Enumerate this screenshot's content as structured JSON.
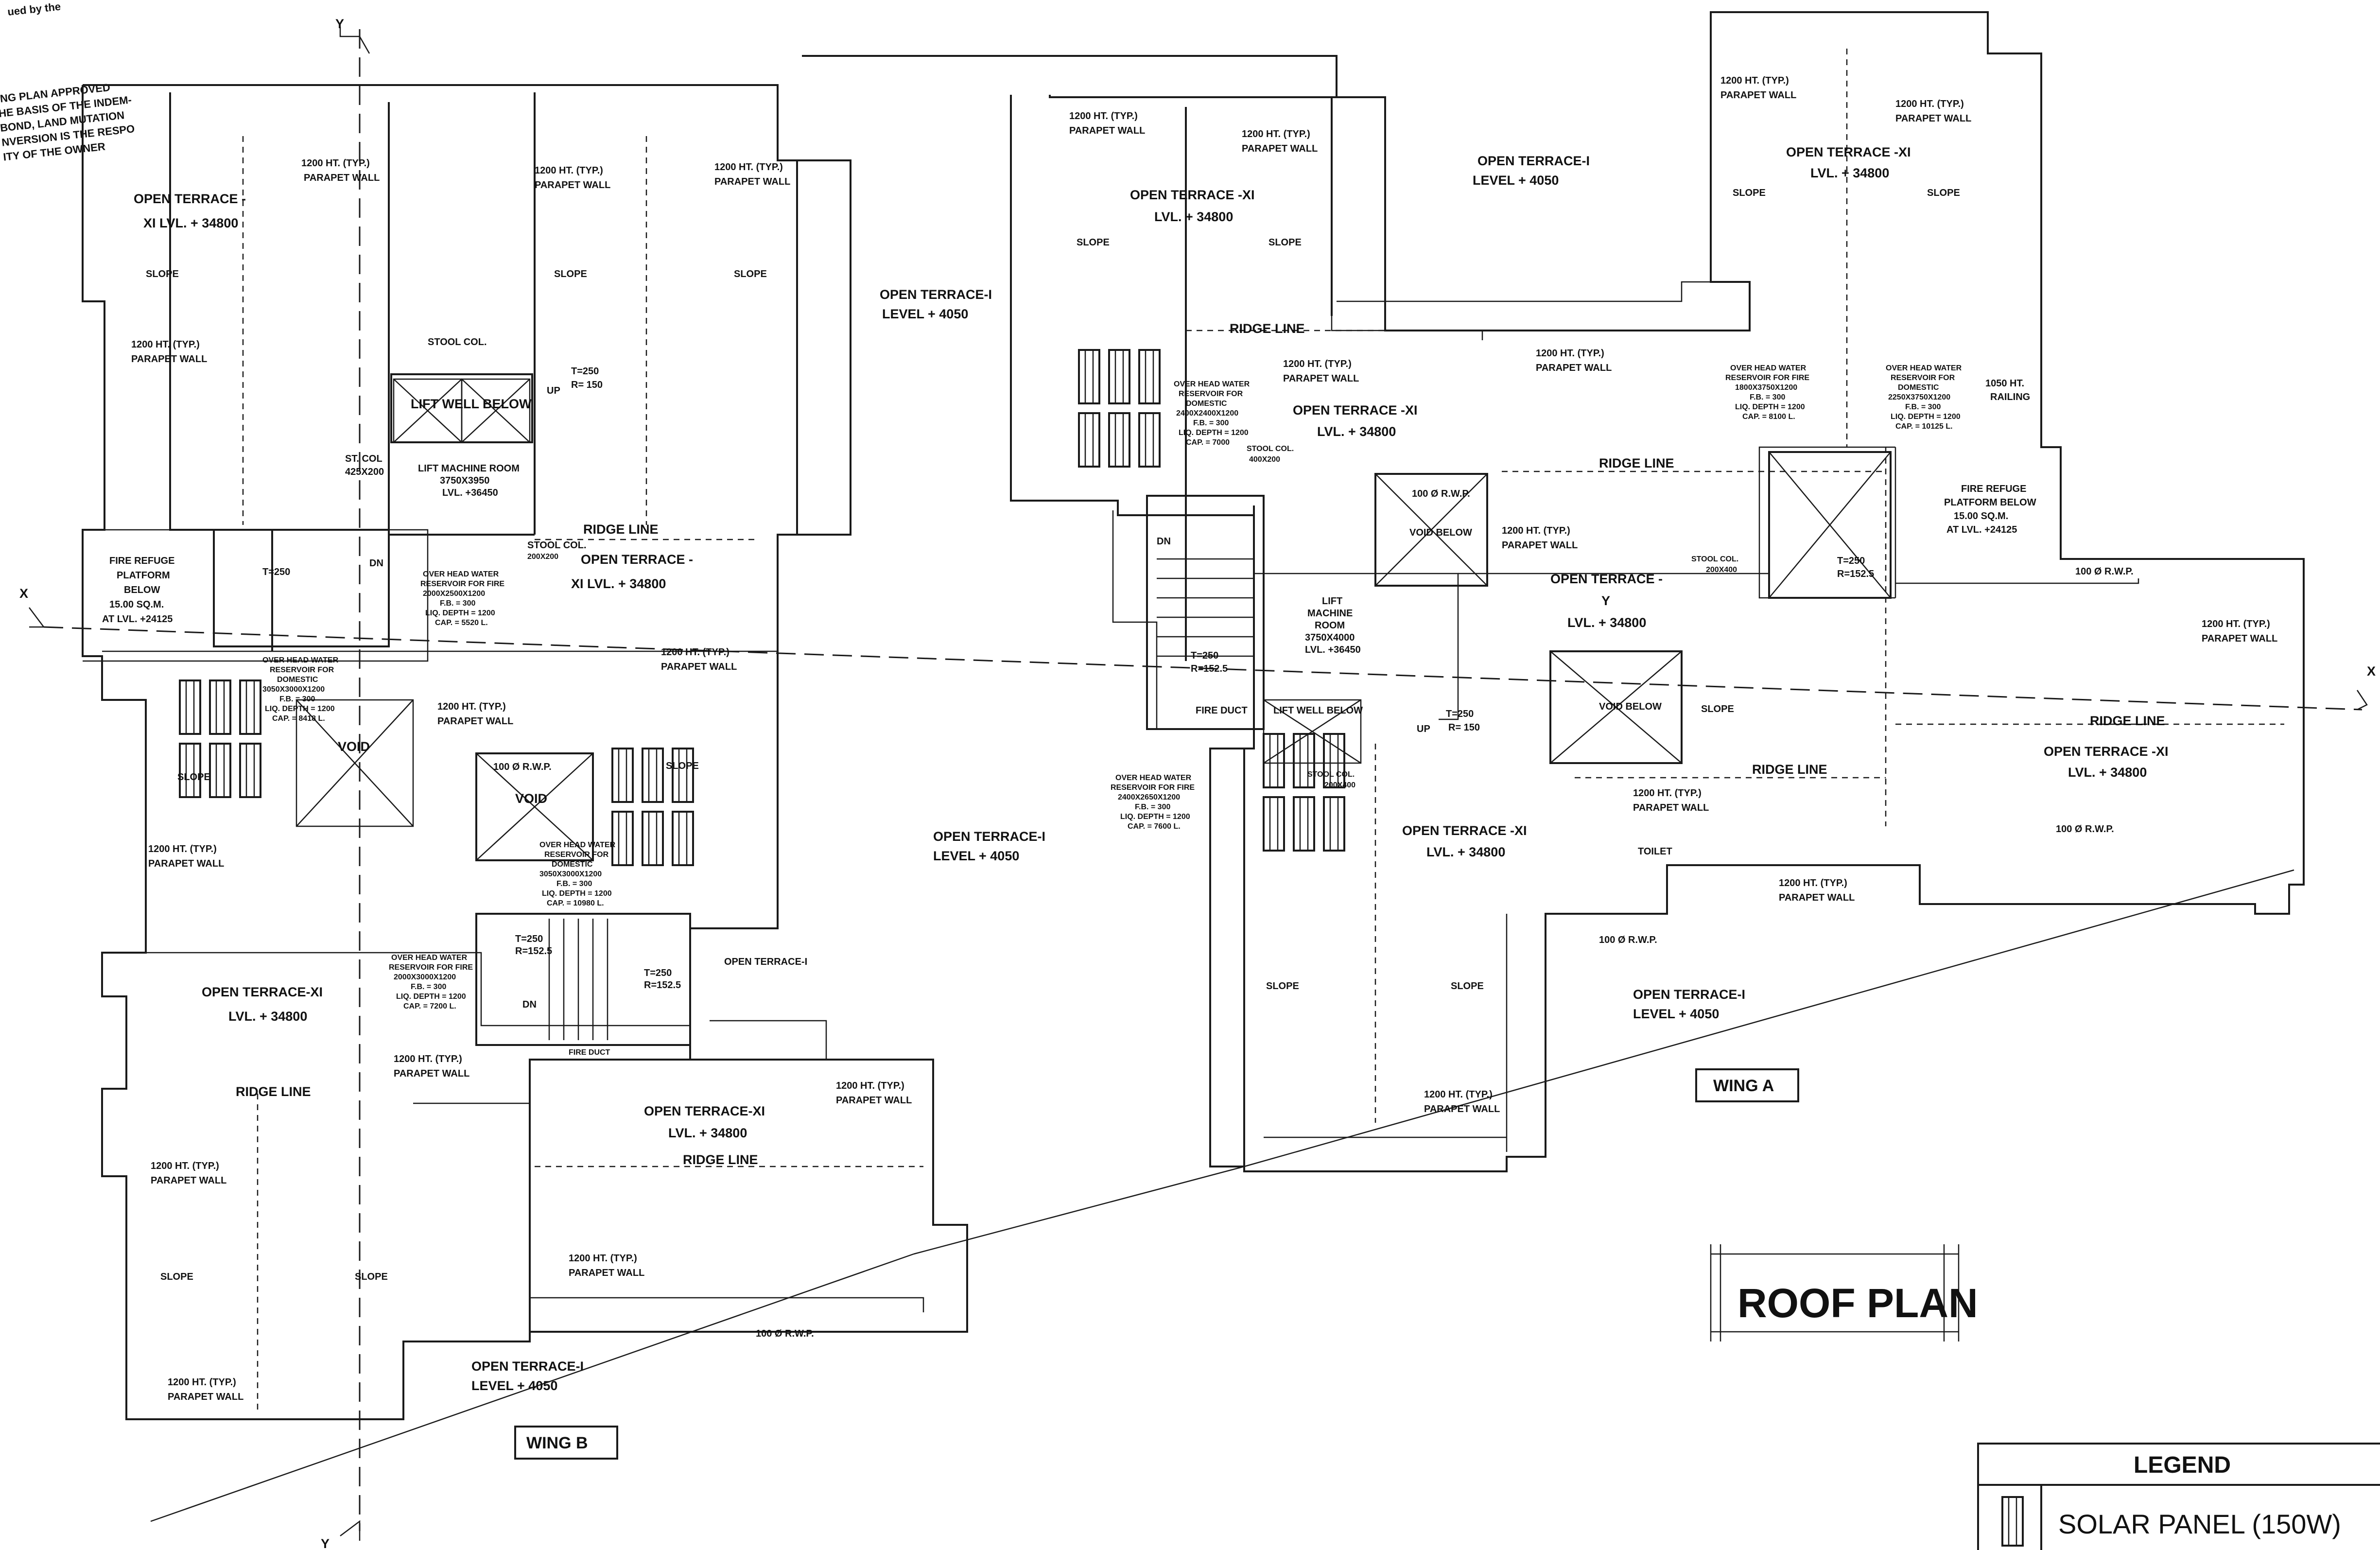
{
  "title": "ROOF PLAN",
  "stamp": {
    "lines": [
      "ING PLAN APPROVED",
      "HE BASIS OF THE INDEM-",
      "BOND, LAND MUTATION",
      "NVERSION IS THE RESPO",
      "ITY OF THE OWNER"
    ],
    "header": "ued by the"
  },
  "wings": {
    "a": "WING A",
    "b": "WING B"
  },
  "axes": {
    "y_top": "Y",
    "y_bottom": "Y",
    "x_left": "X",
    "x_right": "X"
  },
  "legend": {
    "title": "LEGEND",
    "item": "SOLAR PANEL (150W)"
  },
  "labels": {
    "open_terrace_xi": "OPEN TERRACE -XI",
    "open_terrace_xi_b": "OPEN TERRACE-XI",
    "open_terrace_dash": "OPEN TERRACE -",
    "xi_lvl": "XI LVL. + 34800",
    "lvl_34800": "LVL. + 34800",
    "open_terrace_i": "OPEN TERRACE-I",
    "open_terrace_i_b": "OPEN TERRACE-I",
    "level_4050": "LEVEL + 4050",
    "parapet_typ": "1200 HT. (TYP.)",
    "parapet_wall": "PARAPET WALL",
    "slope": "SLOPE",
    "ridge_line": "RIDGE LINE",
    "rwp": "100 Ø R.W.P",
    "rwp_b": "100 Ø R.W.P.",
    "void": "VOID",
    "void_below": "VOID BELOW",
    "lift_well_below": "LIFT WELL BELOW",
    "lift_machine_room_b": "LIFT MACHINE ROOM",
    "lmr_b_dims": "3750X3950",
    "lmr_b_lvl": "LVL. +36450",
    "lift_a": "LIFT",
    "machine_a": "MACHINE",
    "room_a": "ROOM",
    "lmr_a_dims": "3750X4000",
    "lmr_a_lvl": "LVL. +36450",
    "fire_duct": "FIRE DUCT",
    "fire_duct_small": "FIRE DUCT",
    "dn": "DN",
    "up": "UP",
    "toilet": "TOILET",
    "stair_t": "T=250",
    "stair_r150": "R= 150",
    "stair_r1525": "R=152.5",
    "stool_col": "STOOL COL.",
    "stool_200x400": "200X400",
    "stool_400x200": "400X200",
    "stool_200x200": "200X200",
    "st_col": "ST. COL",
    "st_col_dims": "425X200",
    "fire_refuge": "FIRE REFUGE",
    "platform_below": "PLATFORM BELOW",
    "platform": "PLATFORM",
    "below": "BELOW",
    "refuge_area": "15.00 SQ.M.",
    "refuge_lvl": "AT LVL. +24125",
    "railing_1050": "1050 HT.",
    "railing": "RAILING",
    "ohwr_fire_1": "OVER HEAD WATER",
    "ohwr_fire_2": "RESERVOIR FOR FIRE",
    "ohwr_dom_2": "RESERVOIR FOR",
    "ohwr_dom_3": "DOMESTIC",
    "fb_300": "F.B. = 300",
    "liq_1200": "LIQ. DEPTH = 1200",
    "tank_b1_dims": "2000X2500X1200",
    "tank_b1_cap": "CAP. = 5520 L.",
    "tank_b2_dims": "3050X3000X1200",
    "tank_b2_cap": "CAP. = 8418 L.",
    "tank_b3_dims": "3050X3000X1200",
    "tank_b3_cap": "CAP. = 10980 L.",
    "tank_b4_dims": "2000X3000X1200",
    "tank_b4_cap": "CAP. = 7200 L.",
    "tank_a1_dims": "2400X2400X1200",
    "tank_a1_cap": "CAP. = 7000",
    "tank_a2_dims": "2400X2650X1200",
    "tank_a2_cap": "CAP. = 7600 L.",
    "tank_a3_dims": "1800X3750X1200",
    "tank_a3_cap": "CAP. = 8100 L.",
    "tank_a4_dims": "2250X3750X1200",
    "tank_a4_cap": "CAP. = 10125 L."
  },
  "colors": {
    "line": "#1a1a1a",
    "stamp": "#2a2fa0"
  }
}
